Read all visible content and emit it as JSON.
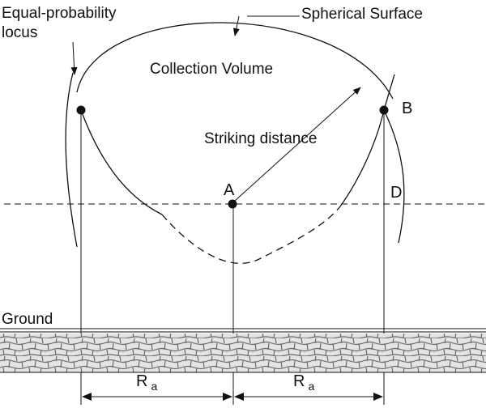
{
  "labels": {
    "equal_probability_line1": "Equal-probability",
    "equal_probability_line2": "locus",
    "spherical_surface": "Spherical Surface",
    "collection_volume": "Collection Volume",
    "striking_distance": "Striking distance",
    "ground": "Ground"
  },
  "points": {
    "a": "A",
    "b": "B",
    "d": "D"
  },
  "radius_labels": {
    "left_main": "R",
    "left_sub": "a",
    "right_main": "R",
    "right_sub": "a"
  },
  "colors": {
    "line": "#111111",
    "ground_fill": "#dcdcdc",
    "background": "#ffffff"
  }
}
